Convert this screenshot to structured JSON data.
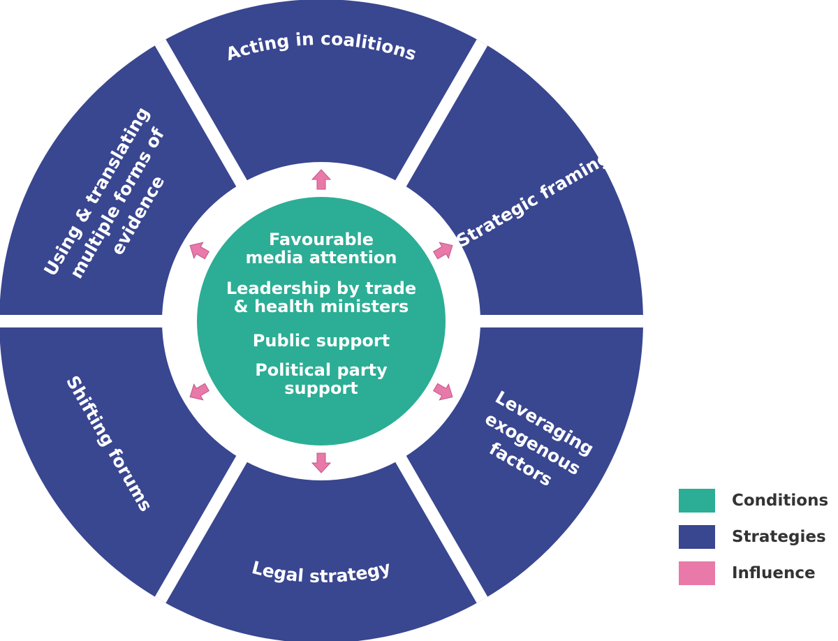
{
  "colors": {
    "conditions": "#2BAE95",
    "strategies": "#394690",
    "influence": "#E879A8",
    "background": "#FFFFFF",
    "legend_text": "#333333"
  },
  "strategies": [
    {
      "id": "acting-in-coalitions",
      "lines": [
        "Acting in coalitions"
      ]
    },
    {
      "id": "strategic-framing",
      "lines": [
        "Strategic framing"
      ]
    },
    {
      "id": "leveraging-exogenous-factors",
      "lines": [
        "Leveraging",
        "exogenous",
        "factors"
      ]
    },
    {
      "id": "legal-strategy",
      "lines": [
        "Legal strategy"
      ]
    },
    {
      "id": "shifting-forums",
      "lines": [
        "Shifting forums"
      ]
    },
    {
      "id": "using-evidence",
      "lines": [
        "Using & translating",
        "multiple forms of",
        "evidence"
      ]
    }
  ],
  "conditions": [
    {
      "lines": [
        "Favourable",
        "media attention"
      ]
    },
    {
      "lines": [
        "Leadership by trade",
        "& health ministers"
      ]
    },
    {
      "lines": [
        "Public support"
      ]
    },
    {
      "lines": [
        "Political party",
        "support"
      ]
    }
  ],
  "legend": [
    {
      "label": "Conditions",
      "color": "#2BAE95",
      "icon": "teal-swatch"
    },
    {
      "label": "Strategies",
      "color": "#394690",
      "icon": "navy-swatch"
    },
    {
      "label": "Influence",
      "color": "#E879A8",
      "icon": "pink-swatch"
    }
  ]
}
